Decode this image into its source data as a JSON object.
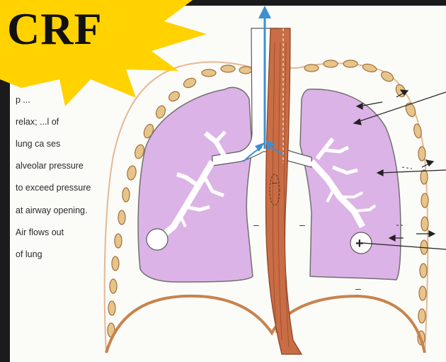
{
  "badge": {
    "label": "CRF"
  },
  "caption": {
    "lines": [
      "p        ...",
      "relax;    ...l of",
      "lung ca  ses",
      "alveolar pressure",
      "to exceed pressure",
      "at airway opening.",
      "Air flows out",
      "of lung"
    ]
  },
  "signs": {
    "minus": "–",
    "plus": "+"
  },
  "colors": {
    "lung": "#dcb3e6",
    "chest_wall": "#d59868",
    "airflow_arrow": "#3d8fcf",
    "badge": "#ffd200",
    "background": "#1b1b1d"
  }
}
